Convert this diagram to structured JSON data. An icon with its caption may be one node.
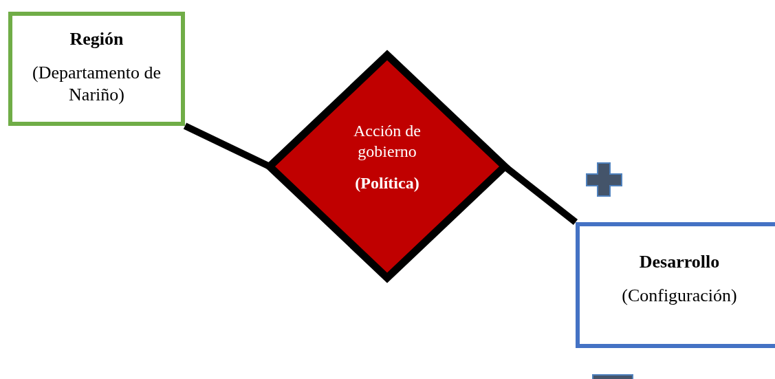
{
  "diagram": {
    "nodes": [
      {
        "text": [
          "Región",
          "(Departamento de Nariño)"
        ]
      },
      {
        "text": [
          "Acción de gobierno",
          "(Política)"
        ]
      },
      {
        "text": [
          "Desarrollo",
          "(Configuración)"
        ]
      }
    ],
    "edges": [
      {
        "from": 0,
        "to": 1,
        "arrow": "none"
      },
      {
        "from": 1,
        "to": 2,
        "arrow": "none"
      }
    ]
  }
}
